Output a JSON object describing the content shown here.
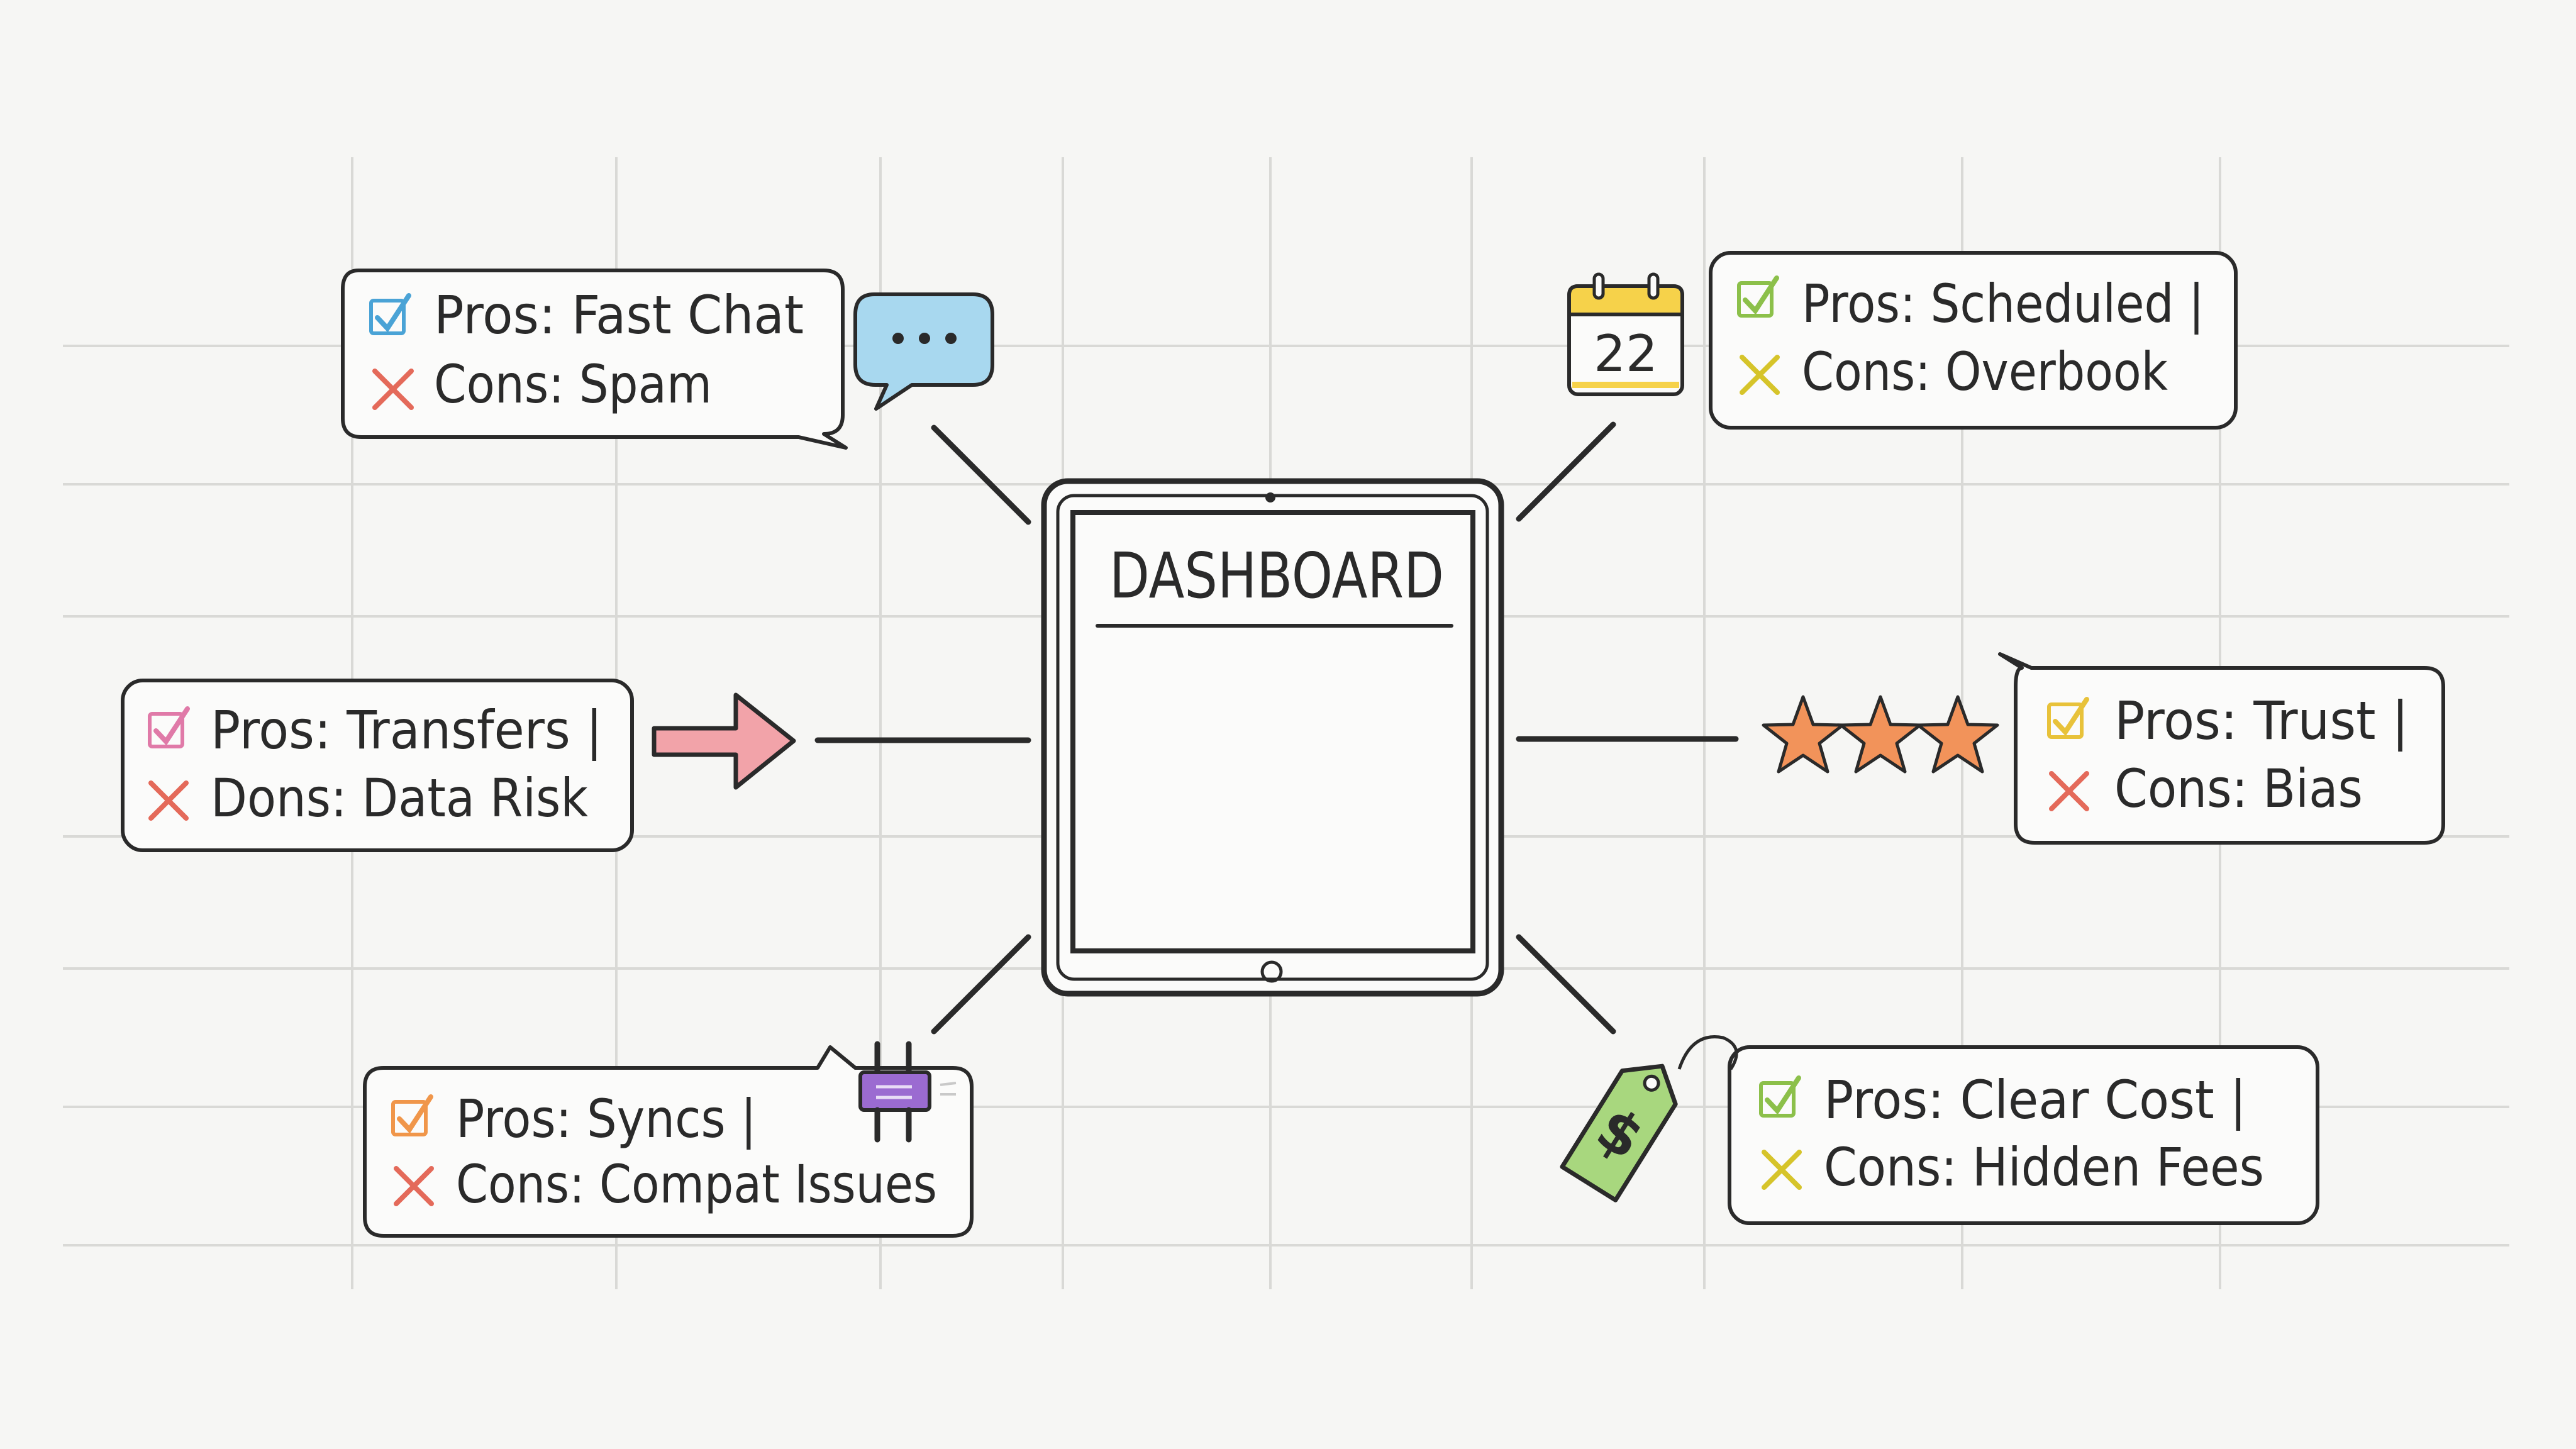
{
  "dashboard": {
    "title": "DASHBOARD"
  },
  "colors": {
    "chat": "#a8d8ef",
    "calendar": "#f6d24a",
    "arrow": "#f2a3a9",
    "stars": "#f2935a",
    "plug": "#9b6bd1",
    "tag": "#a8d77e"
  },
  "cards": [
    {
      "id": "chat",
      "icon": "chat-bubble-icon",
      "check_color": "#4aa3d6",
      "x_color": "#e46a5a",
      "pros": "Pros: Fast Chat",
      "cons": "Cons: Spam"
    },
    {
      "id": "calendar",
      "icon": "calendar-icon",
      "icon_text": "22",
      "check_color": "#8cc04a",
      "x_color": "#d6c42a",
      "pros": "Pros: Scheduled |",
      "cons": "Cons: Overbook"
    },
    {
      "id": "transfer",
      "icon": "arrow-right-icon",
      "check_color": "#e07aa8",
      "x_color": "#e46a5a",
      "pros": "Pros: Transfers |",
      "cons": "Dons: Data Risk"
    },
    {
      "id": "rating",
      "icon": "stars-icon",
      "check_color": "#e8c23a",
      "x_color": "#e46a5a",
      "pros": "Pros: Trust |",
      "cons": "Cons: Bias"
    },
    {
      "id": "integration",
      "icon": "plug-icon",
      "check_color": "#f0964a",
      "x_color": "#e46a5a",
      "pros": "Pros: Syncs |",
      "cons": "Cons: Compat Issues"
    },
    {
      "id": "pricing",
      "icon": "price-tag-icon",
      "icon_text": "$",
      "check_color": "#8cc04a",
      "x_color": "#d6c42a",
      "pros": "Pros: Clear Cost |",
      "cons": "Cons: Hidden Fees"
    }
  ]
}
